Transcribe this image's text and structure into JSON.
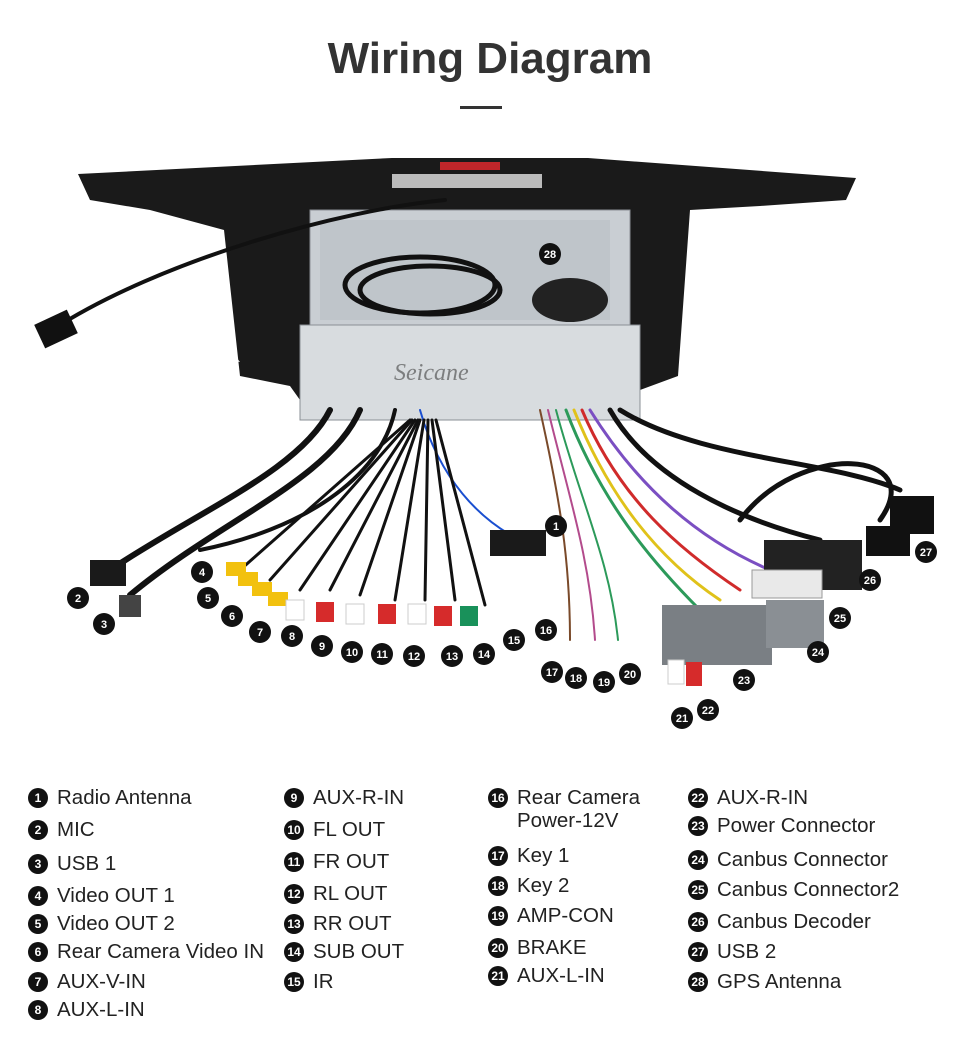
{
  "header": {
    "title": "Wiring Diagram"
  },
  "diagram": {
    "watermark": "Seicane"
  },
  "legend": {
    "items": [
      {
        "n": "1",
        "label": "Radio Antenna"
      },
      {
        "n": "2",
        "label": "MIC"
      },
      {
        "n": "3",
        "label": "USB 1"
      },
      {
        "n": "4",
        "label": "Video OUT 1"
      },
      {
        "n": "5",
        "label": "Video OUT 2"
      },
      {
        "n": "6",
        "label": "Rear Camera Video IN"
      },
      {
        "n": "7",
        "label": "AUX-V-IN"
      },
      {
        "n": "8",
        "label": "AUX-L-IN"
      },
      {
        "n": "9",
        "label": "AUX-R-IN"
      },
      {
        "n": "10",
        "label": "FL OUT"
      },
      {
        "n": "11",
        "label": "FR OUT"
      },
      {
        "n": "12",
        "label": "RL OUT"
      },
      {
        "n": "13",
        "label": "RR OUT"
      },
      {
        "n": "14",
        "label": "SUB OUT"
      },
      {
        "n": "15",
        "label": "IR"
      },
      {
        "n": "16",
        "label": "Rear Camera\nPower-12V"
      },
      {
        "n": "17",
        "label": "Key 1"
      },
      {
        "n": "18",
        "label": "Key 2"
      },
      {
        "n": "19",
        "label": "AMP-CON"
      },
      {
        "n": "20",
        "label": "BRAKE"
      },
      {
        "n": "21",
        "label": "AUX-L-IN"
      },
      {
        "n": "22",
        "label": "AUX-R-IN"
      },
      {
        "n": "23",
        "label": "Power Connector"
      },
      {
        "n": "24",
        "label": "Canbus Connector"
      },
      {
        "n": "25",
        "label": "Canbus Connector2"
      },
      {
        "n": "26",
        "label": "Canbus Decoder"
      },
      {
        "n": "27",
        "label": "USB 2"
      },
      {
        "n": "28",
        "label": "GPS Antenna"
      }
    ]
  }
}
